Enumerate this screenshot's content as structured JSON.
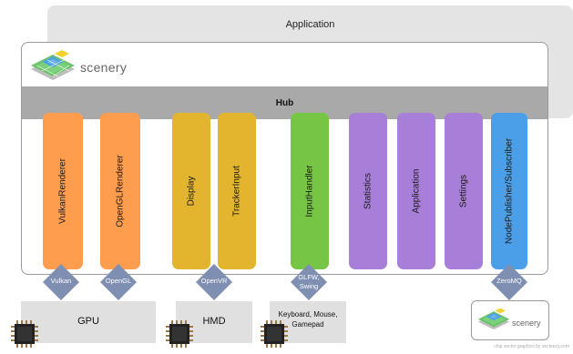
{
  "application": {
    "label": "Application"
  },
  "scenery": {
    "name": "scenery"
  },
  "hub": {
    "label": "Hub"
  },
  "modules": [
    {
      "label": "VulkanRenderer",
      "color": "#ff9d4f"
    },
    {
      "label": "OpenGLRenderer",
      "color": "#ff9d4f"
    },
    {
      "label": "Display",
      "color": "#e3b42e"
    },
    {
      "label": "TrackerInput",
      "color": "#e3b42e"
    },
    {
      "label": "InputHandler",
      "color": "#76c544"
    },
    {
      "label": "Statistics",
      "color": "#a77ed8"
    },
    {
      "label": "Application",
      "color": "#a77ed8"
    },
    {
      "label": "Settings",
      "color": "#a77ed8"
    },
    {
      "label": "NodePublisher/Subscriber",
      "color": "#4a9fe8"
    }
  ],
  "connectors": [
    {
      "label_line1": "Vulkan",
      "label_line2": ""
    },
    {
      "label_line1": "OpenGL",
      "label_line2": ""
    },
    {
      "label_line1": "OpenVR",
      "label_line2": ""
    },
    {
      "label_line1": "GLFW,",
      "label_line2": "Swing"
    },
    {
      "label_line1": "ZeroMQ",
      "label_line2": ""
    }
  ],
  "connector_color": "#7f8fb2",
  "hardware": [
    {
      "label_line1": "GPU",
      "label_line2": "",
      "label_line3": ""
    },
    {
      "label_line1": "HMD",
      "label_line2": "",
      "label_line3": ""
    },
    {
      "label_line1": "Keyboard, Mouse,",
      "label_line2": "Gamepad",
      "label_line3": ""
    }
  ],
  "small_scenery": {
    "name": "scenery"
  },
  "credit": "chip vector graphics by vecteezy.com",
  "icons": [
    "scenery-logo-icon",
    "chip-icon"
  ]
}
